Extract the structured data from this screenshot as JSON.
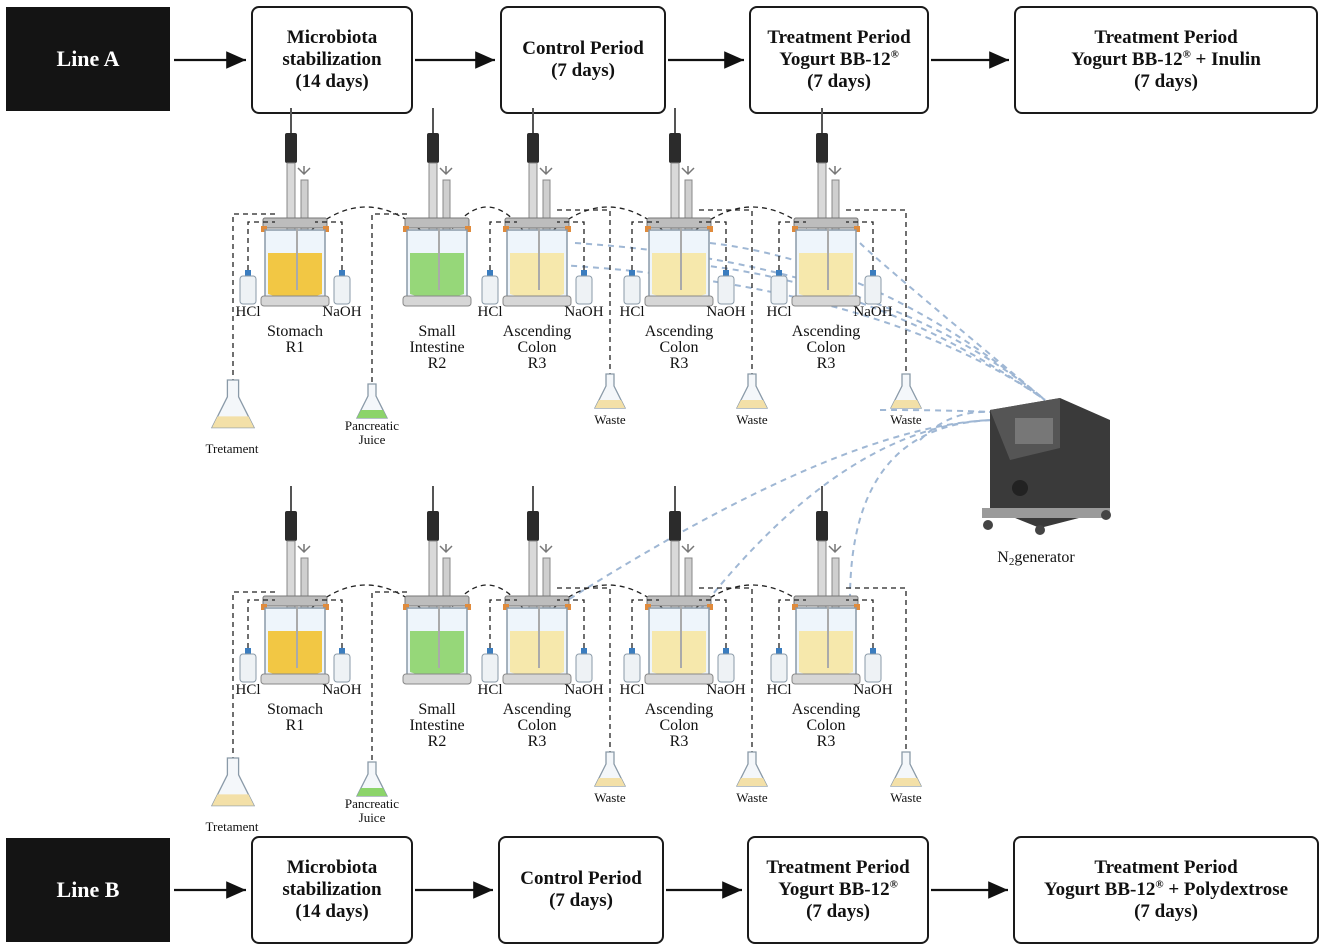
{
  "lineA": {
    "label": "Line A",
    "steps": [
      {
        "l1": "Microbiota",
        "l2": "stabilization",
        "l3": "(14 days)"
      },
      {
        "l1": "Control Period",
        "l2": "(7 days)"
      },
      {
        "l1": "Treatment Period",
        "l2": "Yogurt BB-12",
        "sup": "®",
        "l3": "(7 days)"
      },
      {
        "l1": "Treatment Period",
        "l2": "Yogurt BB-12",
        "sup": "®",
        "l2b": " + Inulin",
        "l3": "(7 days)"
      }
    ]
  },
  "lineB": {
    "label": "Line B",
    "steps": [
      {
        "l1": "Microbiota",
        "l2": "stabilization",
        "l3": "(14 days)"
      },
      {
        "l1": "Control Period",
        "l2": "(7 days)"
      },
      {
        "l1": "Treatment Period",
        "l2": "Yogurt BB-12",
        "sup": "®",
        "l3": "(7 days)"
      },
      {
        "l1": "Treatment Period",
        "l2": "Yogurt BB-12",
        "sup": "®",
        "l2b": " + Polydextrose",
        "l3": "(7 days)"
      }
    ]
  },
  "reactors": {
    "r1": [
      "Stomach",
      "R1"
    ],
    "r2": [
      "Small",
      "Intestine",
      "R2"
    ],
    "r3": [
      "Ascending",
      "Colon",
      "R3"
    ]
  },
  "bottles": {
    "acid": "HCl",
    "base": "NaOH"
  },
  "flasks": {
    "treatment": "Tretament",
    "pancreatic": [
      "Pancreatic",
      "Juice"
    ],
    "waste": "Waste"
  },
  "generator": {
    "prefix": "N",
    "sub": "2",
    "suffix": "generator"
  },
  "colors": {
    "stomach": "#f2c230",
    "small_intestine": "#8cd46a",
    "colon": "#f6e7a3",
    "gas_line": "#9fb7d4",
    "badge": "#141414",
    "generator": "#3a3a3a"
  }
}
